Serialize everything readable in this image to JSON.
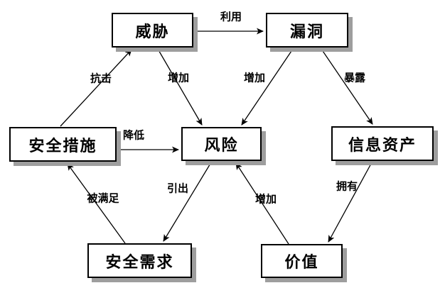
{
  "diagram": {
    "type": "concept-relationship-diagram",
    "nodes": [
      {
        "id": "threat",
        "label": "威胁"
      },
      {
        "id": "vulnerability",
        "label": "漏洞"
      },
      {
        "id": "safeguard",
        "label": "安全措施"
      },
      {
        "id": "risk",
        "label": "风险"
      },
      {
        "id": "asset",
        "label": "信息资产"
      },
      {
        "id": "requirement",
        "label": "安全需求"
      },
      {
        "id": "value",
        "label": "价值"
      }
    ],
    "edges": [
      {
        "from": "threat",
        "to": "vulnerability",
        "label": "利用"
      },
      {
        "from": "safeguard",
        "to": "threat",
        "label": "抗击"
      },
      {
        "from": "threat",
        "to": "risk",
        "label": "增加"
      },
      {
        "from": "vulnerability",
        "to": "risk",
        "label": "增加"
      },
      {
        "from": "vulnerability",
        "to": "asset",
        "label": "暴露"
      },
      {
        "from": "safeguard",
        "to": "risk",
        "label": "降低"
      },
      {
        "from": "risk",
        "to": "requirement",
        "label": "引出"
      },
      {
        "from": "requirement",
        "to": "safeguard",
        "label": "被满足"
      },
      {
        "from": "value",
        "to": "risk",
        "label": "增加"
      },
      {
        "from": "asset",
        "to": "value",
        "label": "拥有"
      }
    ]
  },
  "colors": {
    "background": "#ffffff",
    "node_fill": "#ffffff",
    "node_border": "#000000",
    "node_shadow": "#9e9e9e",
    "line": "#000000",
    "text": "#000000"
  }
}
